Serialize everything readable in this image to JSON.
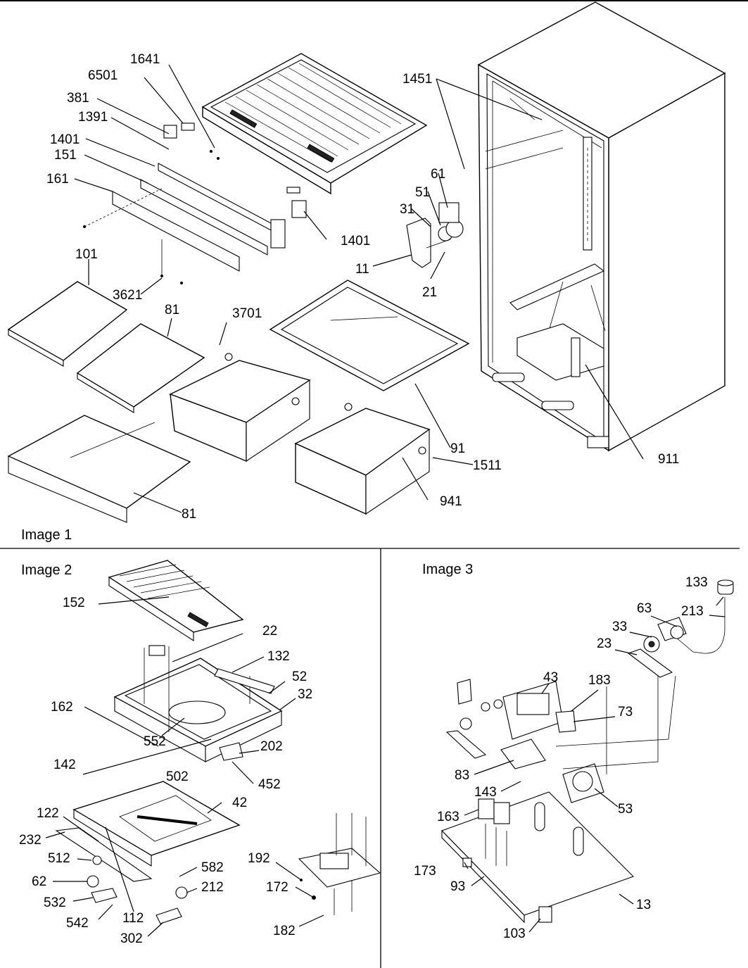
{
  "panels": [
    {
      "caption": "Image 1",
      "callouts": [
        "1641",
        "6501",
        "381",
        "1391",
        "1401",
        "151",
        "161",
        "1401",
        "1451",
        "61",
        "51",
        "31",
        "11",
        "21",
        "101",
        "3621",
        "81",
        "3701",
        "91",
        "1511",
        "911",
        "941",
        "81"
      ]
    },
    {
      "caption": "Image 2",
      "callouts": [
        "152",
        "22",
        "132",
        "52",
        "32",
        "162",
        "552",
        "202",
        "142",
        "502",
        "452",
        "42",
        "122",
        "232",
        "512",
        "62",
        "532",
        "542",
        "112",
        "302",
        "582",
        "212",
        "192",
        "172",
        "182"
      ]
    },
    {
      "caption": "Image 3",
      "callouts": [
        "133",
        "63",
        "213",
        "33",
        "23",
        "43",
        "183",
        "73",
        "83",
        "143",
        "53",
        "163",
        "173",
        "93",
        "13",
        "103"
      ]
    }
  ]
}
